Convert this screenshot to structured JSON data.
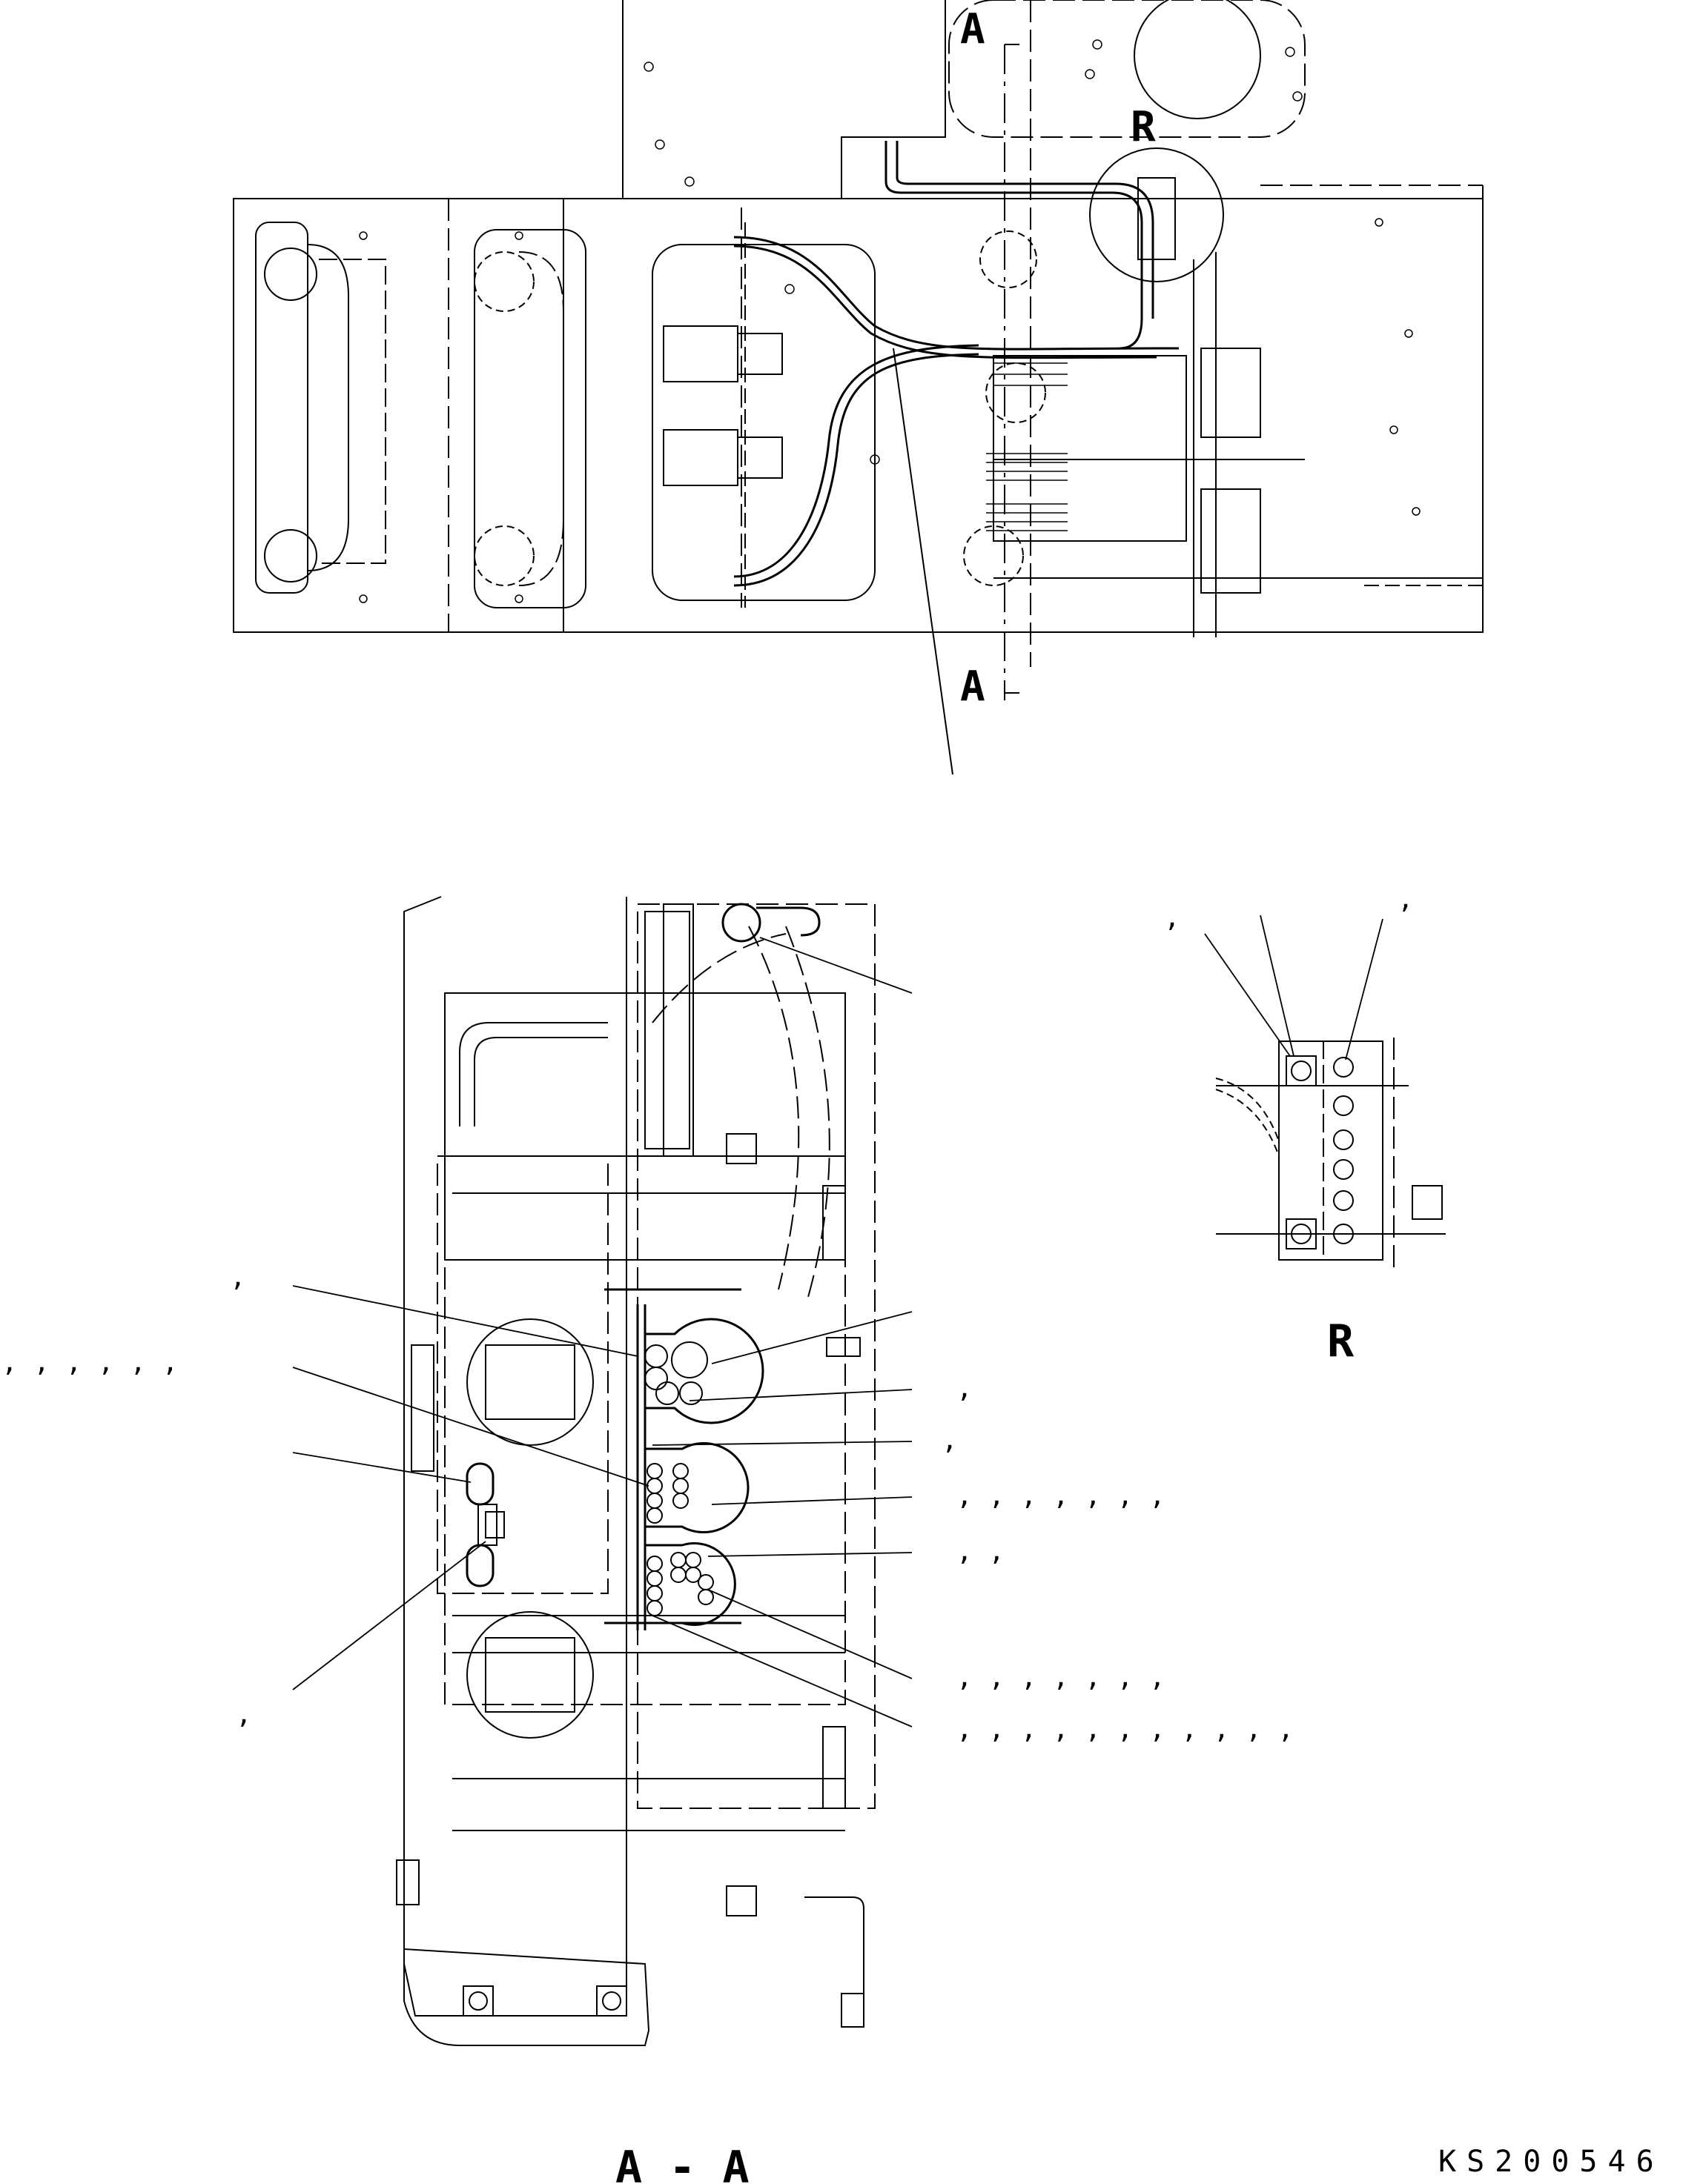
{
  "colors": {
    "line": "#000000",
    "background": "#ffffff"
  },
  "labels": {
    "section_marker_top": "A",
    "section_marker_bottom": "A",
    "detail_marker": "R",
    "detail_caption": "R",
    "section_caption": "A - A",
    "drawing_number": "KS200546"
  },
  "callouts": [
    {
      "text": ","
    },
    {
      "text": ", , , , , ,"
    },
    {
      "text": ","
    },
    {
      "text": ","
    },
    {
      "text": ","
    },
    {
      "text": ","
    },
    {
      "text": ", , , , , , ,"
    },
    {
      "text": ", ,"
    },
    {
      "text": ", , , , , , ,"
    },
    {
      "text": ", , , , , , , , , , ,"
    },
    {
      "text": ","
    },
    {
      "text": ","
    }
  ]
}
